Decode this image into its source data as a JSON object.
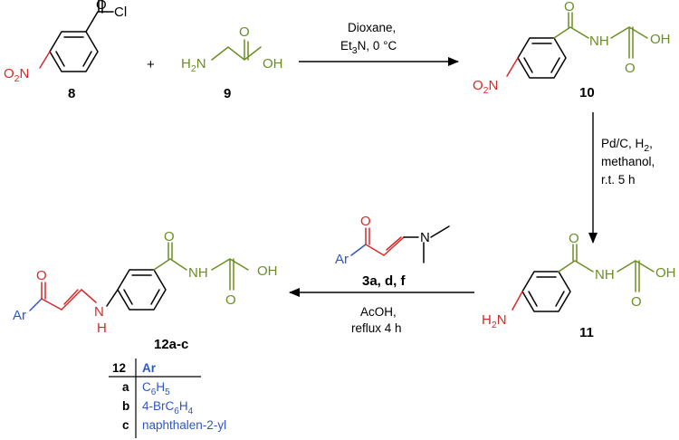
{
  "compounds": {
    "c8": {
      "number": "8",
      "acyl_cl": "Cl",
      "acyl_o": "O",
      "nitro_o": "O",
      "nitro_sub": "2",
      "nitro_n": "N"
    },
    "c9": {
      "number": "9",
      "h2": "H",
      "h2_sub": "2",
      "n": "N",
      "oh": "OH"
    },
    "c10": {
      "number": "10",
      "nh": "NH",
      "oh": "OH",
      "o_amide": "O",
      "o_acid": "O",
      "nitro_o": "O",
      "nitro_sub": "2",
      "nitro_n": "N"
    },
    "c11": {
      "number": "11",
      "nh": "NH",
      "oh": "OH",
      "o_amide": "O",
      "o_acid": "O",
      "h2": "H",
      "h2_sub": "2",
      "n": "N"
    },
    "c3": {
      "label": "3a, d, f",
      "ar": "Ar",
      "o": "O",
      "n": "N"
    },
    "c12": {
      "number": "12a-c",
      "ar": "Ar",
      "o": "O",
      "n": "N",
      "h": "H",
      "nh": "NH",
      "oh": "OH",
      "o_amide": "O",
      "o_acid": "O"
    }
  },
  "plus": "+",
  "conditions": {
    "step1": {
      "line1": "Dioxane,",
      "line2_a": "Et",
      "line2_sub": "3",
      "line2_b": "N, 0 °C"
    },
    "step2": {
      "line1_a": "Pd/C, H",
      "line1_sub": "2",
      "line1_b": ",",
      "line2": "methanol,",
      "line3": "r.t. 5 h"
    },
    "step3": {
      "line1": "AcOH,",
      "line2": "reflux 4 h"
    }
  },
  "table": {
    "header_num": "12",
    "header_ar": "Ar",
    "rows": [
      {
        "key": "a",
        "parts": [
          {
            "t": "C"
          },
          {
            "t": "6",
            "sub": true
          },
          {
            "t": "H"
          },
          {
            "t": "5",
            "sub": true
          }
        ]
      },
      {
        "key": "b",
        "parts": [
          {
            "t": "4-BrC"
          },
          {
            "t": "6",
            "sub": true
          },
          {
            "t": "H"
          },
          {
            "t": "4",
            "sub": true
          }
        ]
      },
      {
        "key": "c",
        "parts": [
          {
            "t": "naphthalen-2-yl"
          }
        ]
      }
    ]
  },
  "colors": {
    "black": "#000000",
    "green": "#6b8e23",
    "red": "#d42a2a",
    "blue": "#2f56c6"
  }
}
